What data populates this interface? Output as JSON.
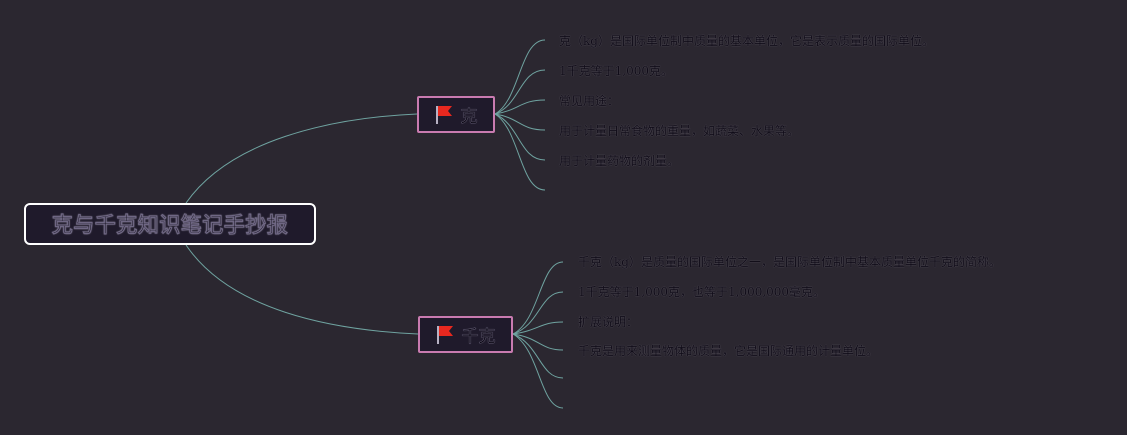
{
  "central_topic": {
    "label": "克与千克知识笔记手抄报"
  },
  "branches": [
    {
      "label": "克",
      "icon": "flag-icon",
      "items": [
        "克（kg）是国际单位制中质量的基本单位，它是表示质量的国际单位。",
        "1千克等于1,000克。",
        "常见用途：",
        "用于计量日常食物的重量，如蔬菜、水果等。",
        "用于计量药物的剂量。",
        ""
      ]
    },
    {
      "label": "千克",
      "icon": "flag-icon",
      "items": [
        "千克（kg）是质量的国际单位之一，是国际单位制中基本质量单位千克的简称。",
        "1千克等于1,000克，也等于1,000,000毫克。",
        "扩展说明：",
        "千克是用来测量物体的质量，它是国际通用的计量单位。",
        "",
        ""
      ]
    }
  ],
  "colors": {
    "background": "#2b2730",
    "connector": "#6fa3a0",
    "central_border": "#ffffff",
    "branch_border": "#c97bb0",
    "flag": "#e8281f"
  }
}
